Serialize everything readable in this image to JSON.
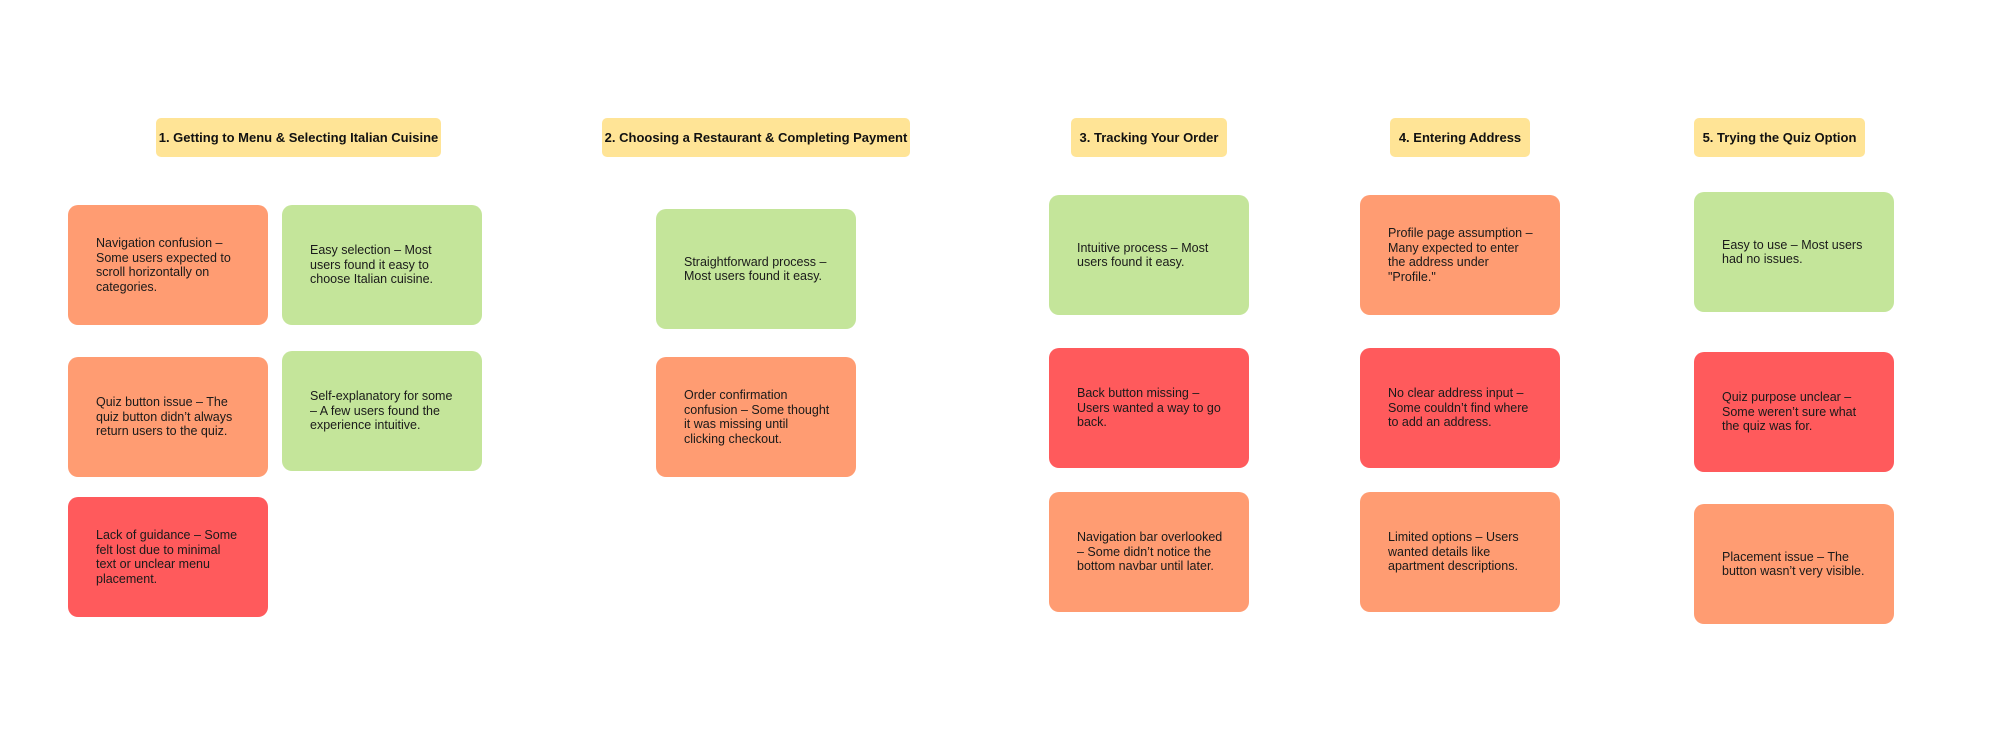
{
  "colors": {
    "header": "#FFE496",
    "positive": "#C4E59A",
    "moderate": "#FF9C72",
    "severe": "#FF5A5C"
  },
  "headers": [
    "1. Getting to Menu & Selecting Italian Cuisine",
    "2. Choosing a Restaurant & Completing Payment",
    "3. Tracking Your Order",
    "4. Entering Address",
    "5. Trying the Quiz Option"
  ],
  "notes": {
    "s1_navigation_confusion": "Navigation confusion – Some users expected to scroll horizontally on categories.",
    "s1_easy_selection": "Easy selection – Most users found it easy to choose Italian cuisine.",
    "s1_quiz_button_issue": "Quiz button issue – The quiz button didn’t always return users to the quiz.",
    "s1_self_explanatory": "Self-explanatory for some – A few users found the experience intuitive.",
    "s1_lack_of_guidance": "Lack of guidance – Some felt lost due to minimal text or unclear menu placement.",
    "s2_straightforward": "Straightforward process – Most users found it easy.",
    "s2_order_confirmation": "Order confirmation confusion – Some thought it was missing until clicking checkout.",
    "s3_intuitive": "Intuitive process – Most users found it easy.",
    "s3_back_button": "Back button missing – Users wanted a way to go back.",
    "s3_navigation_bar": "Navigation bar overlooked – Some didn’t notice the bottom navbar until later.",
    "s4_profile_page": "Profile page assumption – Many expected to enter the address under \"Profile.\"",
    "s4_no_address_input": "No clear address input – Some couldn’t find where to add an address.",
    "s4_limited_options": "Limited options – Users wanted details like apartment descriptions.",
    "s5_easy_to_use": "Easy to use – Most users had no issues.",
    "s5_quiz_purpose": "Quiz purpose unclear – Some weren’t sure what the quiz was for.",
    "s5_placement_issue": "Placement issue – The button wasn’t very visible."
  }
}
